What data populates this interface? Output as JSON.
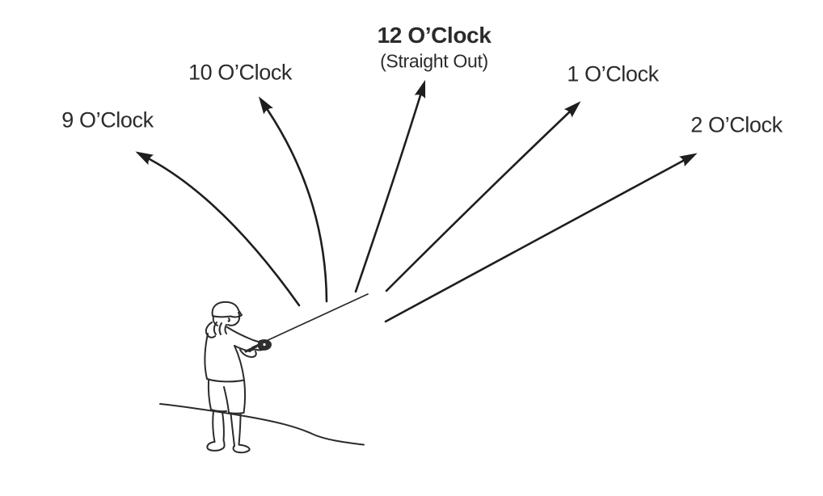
{
  "diagram": {
    "type": "casting-direction-illustration",
    "labels": {
      "nine": {
        "text": "9 O’Clock"
      },
      "ten": {
        "text": "10 O’Clock"
      },
      "twelve": {
        "text": "12 O’Clock",
        "subtext": "(Straight Out)"
      },
      "one": {
        "text": "1 O’Clock"
      },
      "two": {
        "text": "2 O’Clock"
      }
    },
    "arrows": [
      {
        "name": "arrow-9-oclock",
        "to_label": "9 O’Clock"
      },
      {
        "name": "arrow-10-oclock",
        "to_label": "10 O’Clock"
      },
      {
        "name": "arrow-12-oclock",
        "to_label": "12 O’Clock"
      },
      {
        "name": "arrow-1-oclock",
        "to_label": "1 O’Clock"
      },
      {
        "name": "arrow-2-oclock",
        "to_label": "2 O’Clock"
      }
    ],
    "colors": {
      "background": "#ffffff",
      "ink": "#2b2b2b",
      "arrow": "#1e1e1e"
    }
  }
}
